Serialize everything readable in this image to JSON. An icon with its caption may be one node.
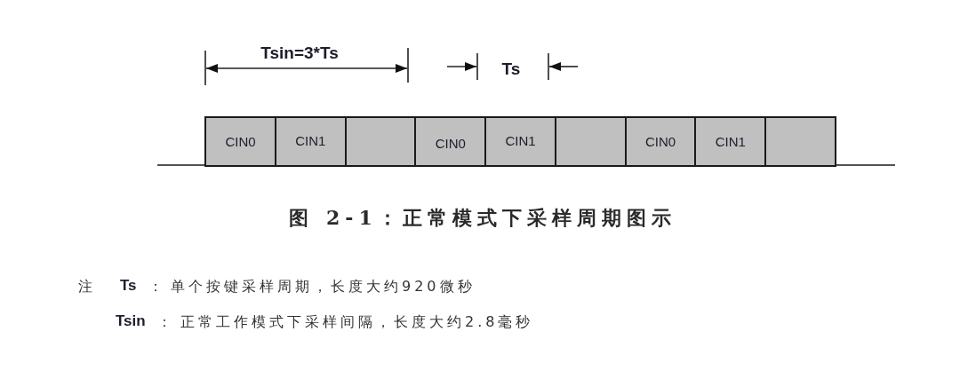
{
  "diagram": {
    "caption": "图 2-1：正常模式下采样周期图示",
    "nodes": [
      {
        "text": [
          "CIN0"
        ]
      },
      {
        "text": [
          "CIN1"
        ]
      },
      {
        "text": [],
        "shape": "box"
      },
      {
        "text": [
          "CIN0"
        ]
      },
      {
        "text": [
          "CIN1"
        ]
      },
      {
        "text": [],
        "shape": "box"
      },
      {
        "text": [
          "CIN0"
        ]
      },
      {
        "text": [
          "CIN1"
        ]
      },
      {
        "text": [],
        "shape": "box"
      }
    ],
    "labels": [
      "Tsin=3*Ts",
      "Ts",
      "注",
      "Ts",
      "：",
      "单个按键采样周期，长度大约920微秒",
      "Tsin",
      "：",
      "正常工作模式下采样间隔，长度大约2.8毫秒"
    ]
  }
}
